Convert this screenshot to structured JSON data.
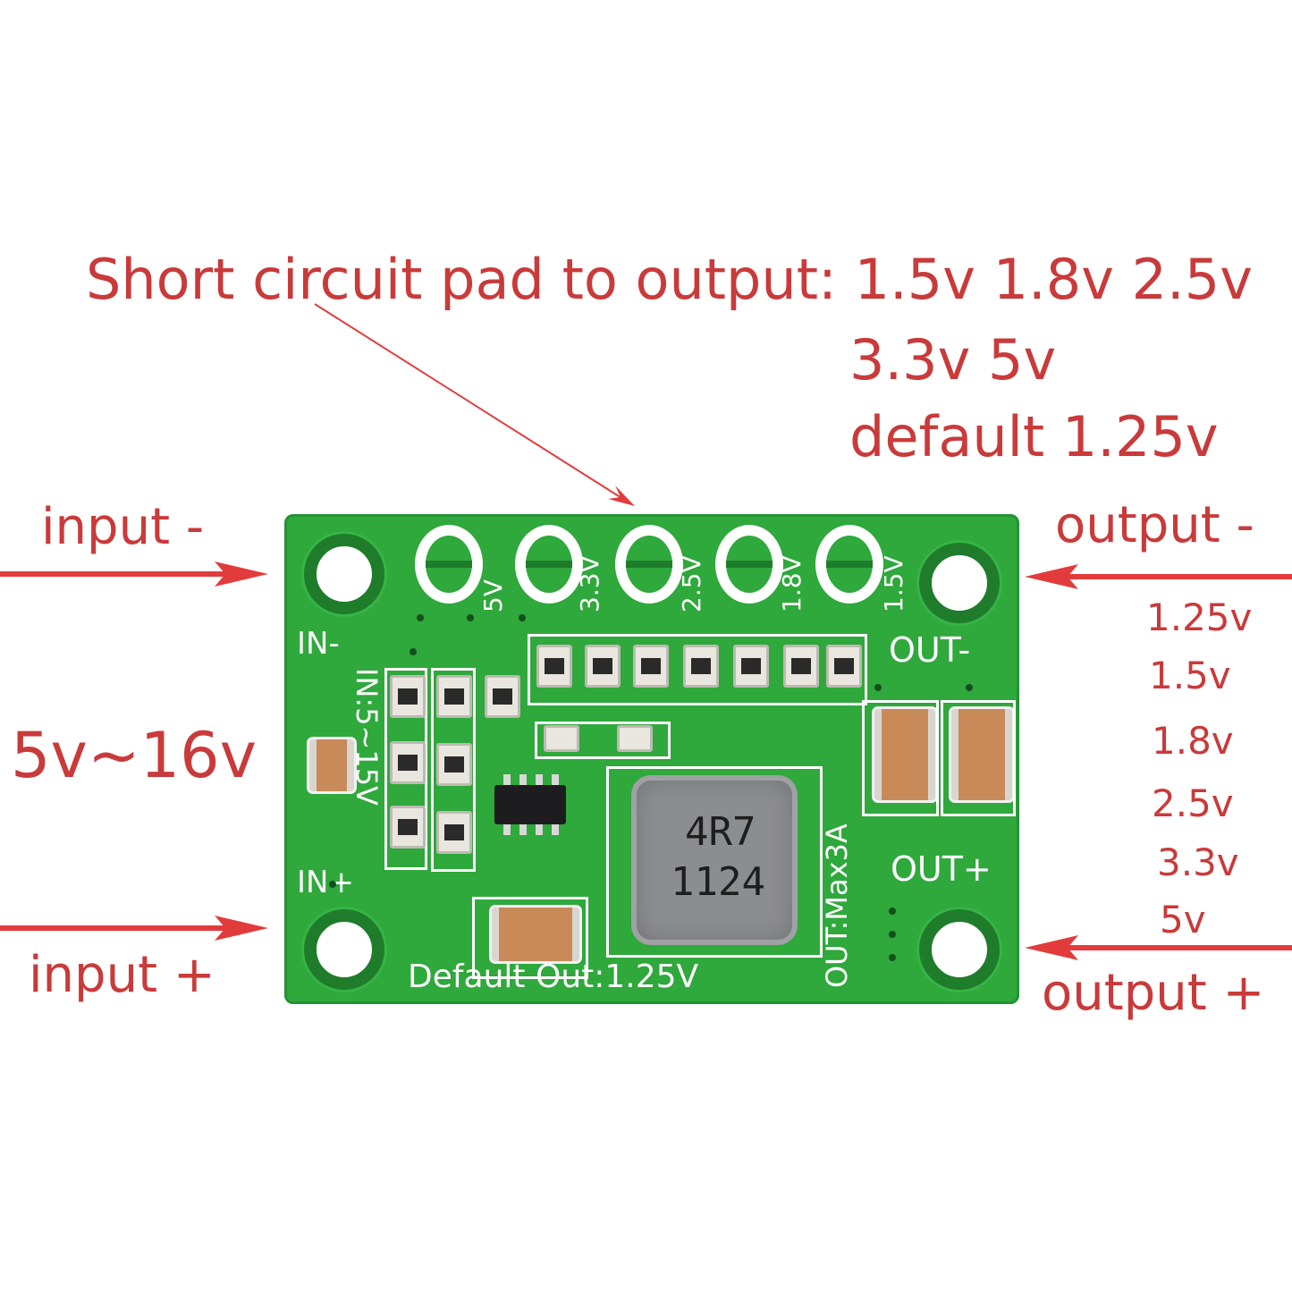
{
  "callout": {
    "line1": "Short circuit pad to output: 1.5v 1.8v 2.5v",
    "line2": "3.3v 5v",
    "line3": "default 1.25v"
  },
  "labels": {
    "input_minus": "input -",
    "input_plus": "input +",
    "output_minus": "output -",
    "output_plus": "output +",
    "input_range": "5v~16v"
  },
  "output_options": [
    "1.25v",
    "1.5v",
    "1.8v",
    "2.5v",
    "3.3v",
    "5v"
  ],
  "board": {
    "in_minus": "IN-",
    "in_plus": "IN+",
    "out_minus": "OUT-",
    "out_plus": "OUT+",
    "in_range_silk": "IN:5~15V",
    "default_out": "Default Out:1.25V",
    "max_current": "OUT:Max3A",
    "pad_labels": [
      "5V",
      "3.3V",
      "2.5V",
      "1.8V",
      "1.5V"
    ],
    "inductor_line1": "4R7",
    "inductor_line2": "1124"
  },
  "colors": {
    "annotation": "#c93a3a",
    "arrow": "#e23b3b",
    "pcb": "#2fa83c",
    "silkscreen": "#ffffff"
  }
}
